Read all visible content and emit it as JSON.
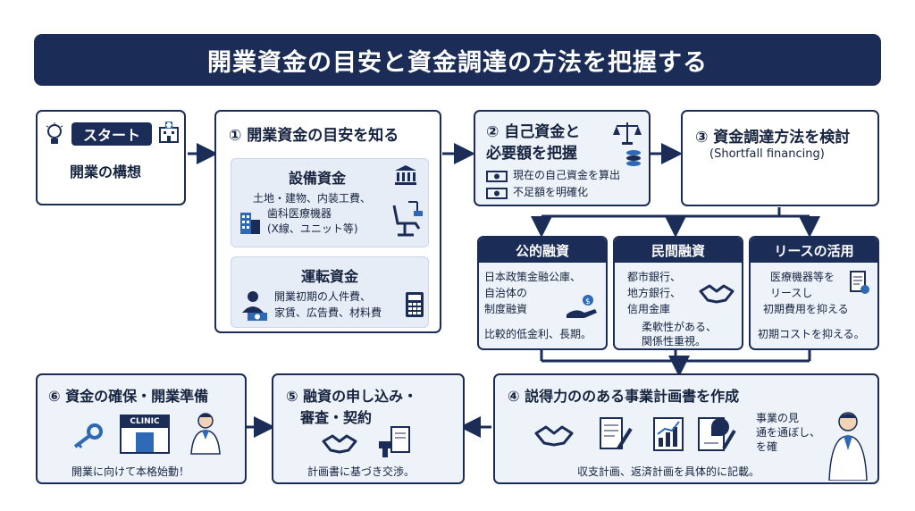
{
  "title": "開業資金の目安と資金調達の方法を把握する",
  "start": {
    "tag": "スタート",
    "label": "開業の構想"
  },
  "step1": {
    "title": "① 開業資金の目安を知る",
    "equipment": {
      "title": "設備資金",
      "line1": "土地・建物、内装工費、",
      "line2": "歯科医療機器",
      "line3": "(X線、ユニット等)"
    },
    "operating": {
      "title": "運転資金",
      "line1": "開業初期の人件費、",
      "line2": "家賃、広告費、材料費"
    }
  },
  "step2": {
    "title_line1": "② 自己資金と",
    "title_line2": "必要額を把握",
    "item1": "現在の自己資金を算出",
    "item2": "不足額を明確化"
  },
  "step3": {
    "title": "③ 資金調達方法を検討",
    "subtitle": "(Shortfall financing)"
  },
  "public": {
    "title": "公的融資",
    "line1": "日本政策金融公庫、",
    "line2": "自治体の",
    "line3": "制度融資",
    "note": "比較的低金利、長期。"
  },
  "private": {
    "title": "民間融資",
    "line1": "都市銀行、",
    "line2": "地方銀行、",
    "line3": "信用金庫",
    "note1": "柔軟性がある、",
    "note2": "関係性重視。"
  },
  "lease": {
    "title": "リースの活用",
    "line1": "医療機器等を",
    "line2": "リースし",
    "line3": "初期費用を抑える",
    "note": "初期コストを抑える。"
  },
  "step4": {
    "title": "④ 説得力ののある事業計画書を作成",
    "speech1": "事業の見",
    "speech2": "通を通ぼし、",
    "speech3": "を確",
    "note": "収支計画、返済計画を具体的に記載。"
  },
  "step5": {
    "title_line1": "⑤ 融資の申し込み・",
    "title_line2": "審査・契約",
    "note": "計画書に基づき交渉。"
  },
  "step6": {
    "title": "⑥ 資金の確保・開業準備",
    "clinic": "CLINIC",
    "note": "開業に向けて本格始動！"
  },
  "colors": {
    "navy": "#1b2d57",
    "pale": "#eef3f9"
  }
}
